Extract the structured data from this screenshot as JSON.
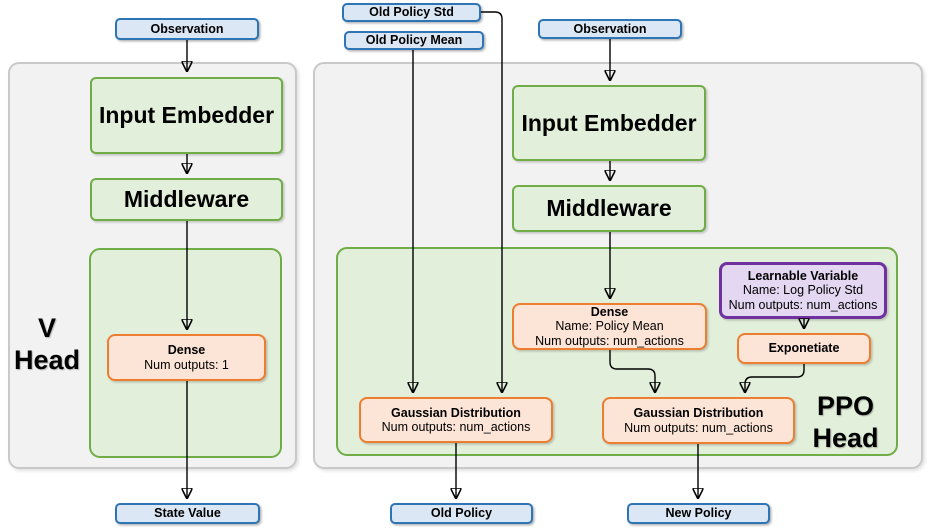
{
  "v_head": {
    "title_line1": "V",
    "title_line2": "Head",
    "observation": "Observation",
    "input_embedder": "Input Embedder",
    "middleware": "Middleware",
    "dense": {
      "title": "Dense",
      "line2": "Num outputs: 1"
    },
    "state_value": "State Value"
  },
  "ppo_head": {
    "title_line1": "PPO",
    "title_line2": "Head",
    "old_policy_std": "Old Policy Std",
    "old_policy_mean": "Old Policy Mean",
    "observation": "Observation",
    "input_embedder": "Input Embedder",
    "middleware": "Middleware",
    "dense": {
      "title": "Dense",
      "line2": "Name: Policy Mean",
      "line3": "Num outputs: num_actions"
    },
    "learnable_variable": {
      "title": "Learnable Variable",
      "line2": "Name: Log Policy Std",
      "line3": "Num outputs: num_actions"
    },
    "exponetiate": "Exponetiate",
    "gaussian_old": {
      "title": "Gaussian Distribution",
      "line2": "Num outputs: num_actions"
    },
    "gaussian_new": {
      "title": "Gaussian Distribution",
      "line2": "Num outputs: num_actions"
    },
    "old_policy": "Old Policy",
    "new_policy": "New Policy"
  },
  "colors": {
    "blue_fill": "#dbe7f5",
    "blue_border": "#2e75b6",
    "green_fill": "#e2efda",
    "green_border": "#70ad47",
    "orange_fill": "#fce4d6",
    "orange_border": "#ed7d31",
    "purple_fill": "#e4d7f2",
    "purple_border": "#7030a0",
    "panel_fill": "#f2f2f2",
    "panel_border": "#c9c9c9",
    "connector": "#000000"
  }
}
